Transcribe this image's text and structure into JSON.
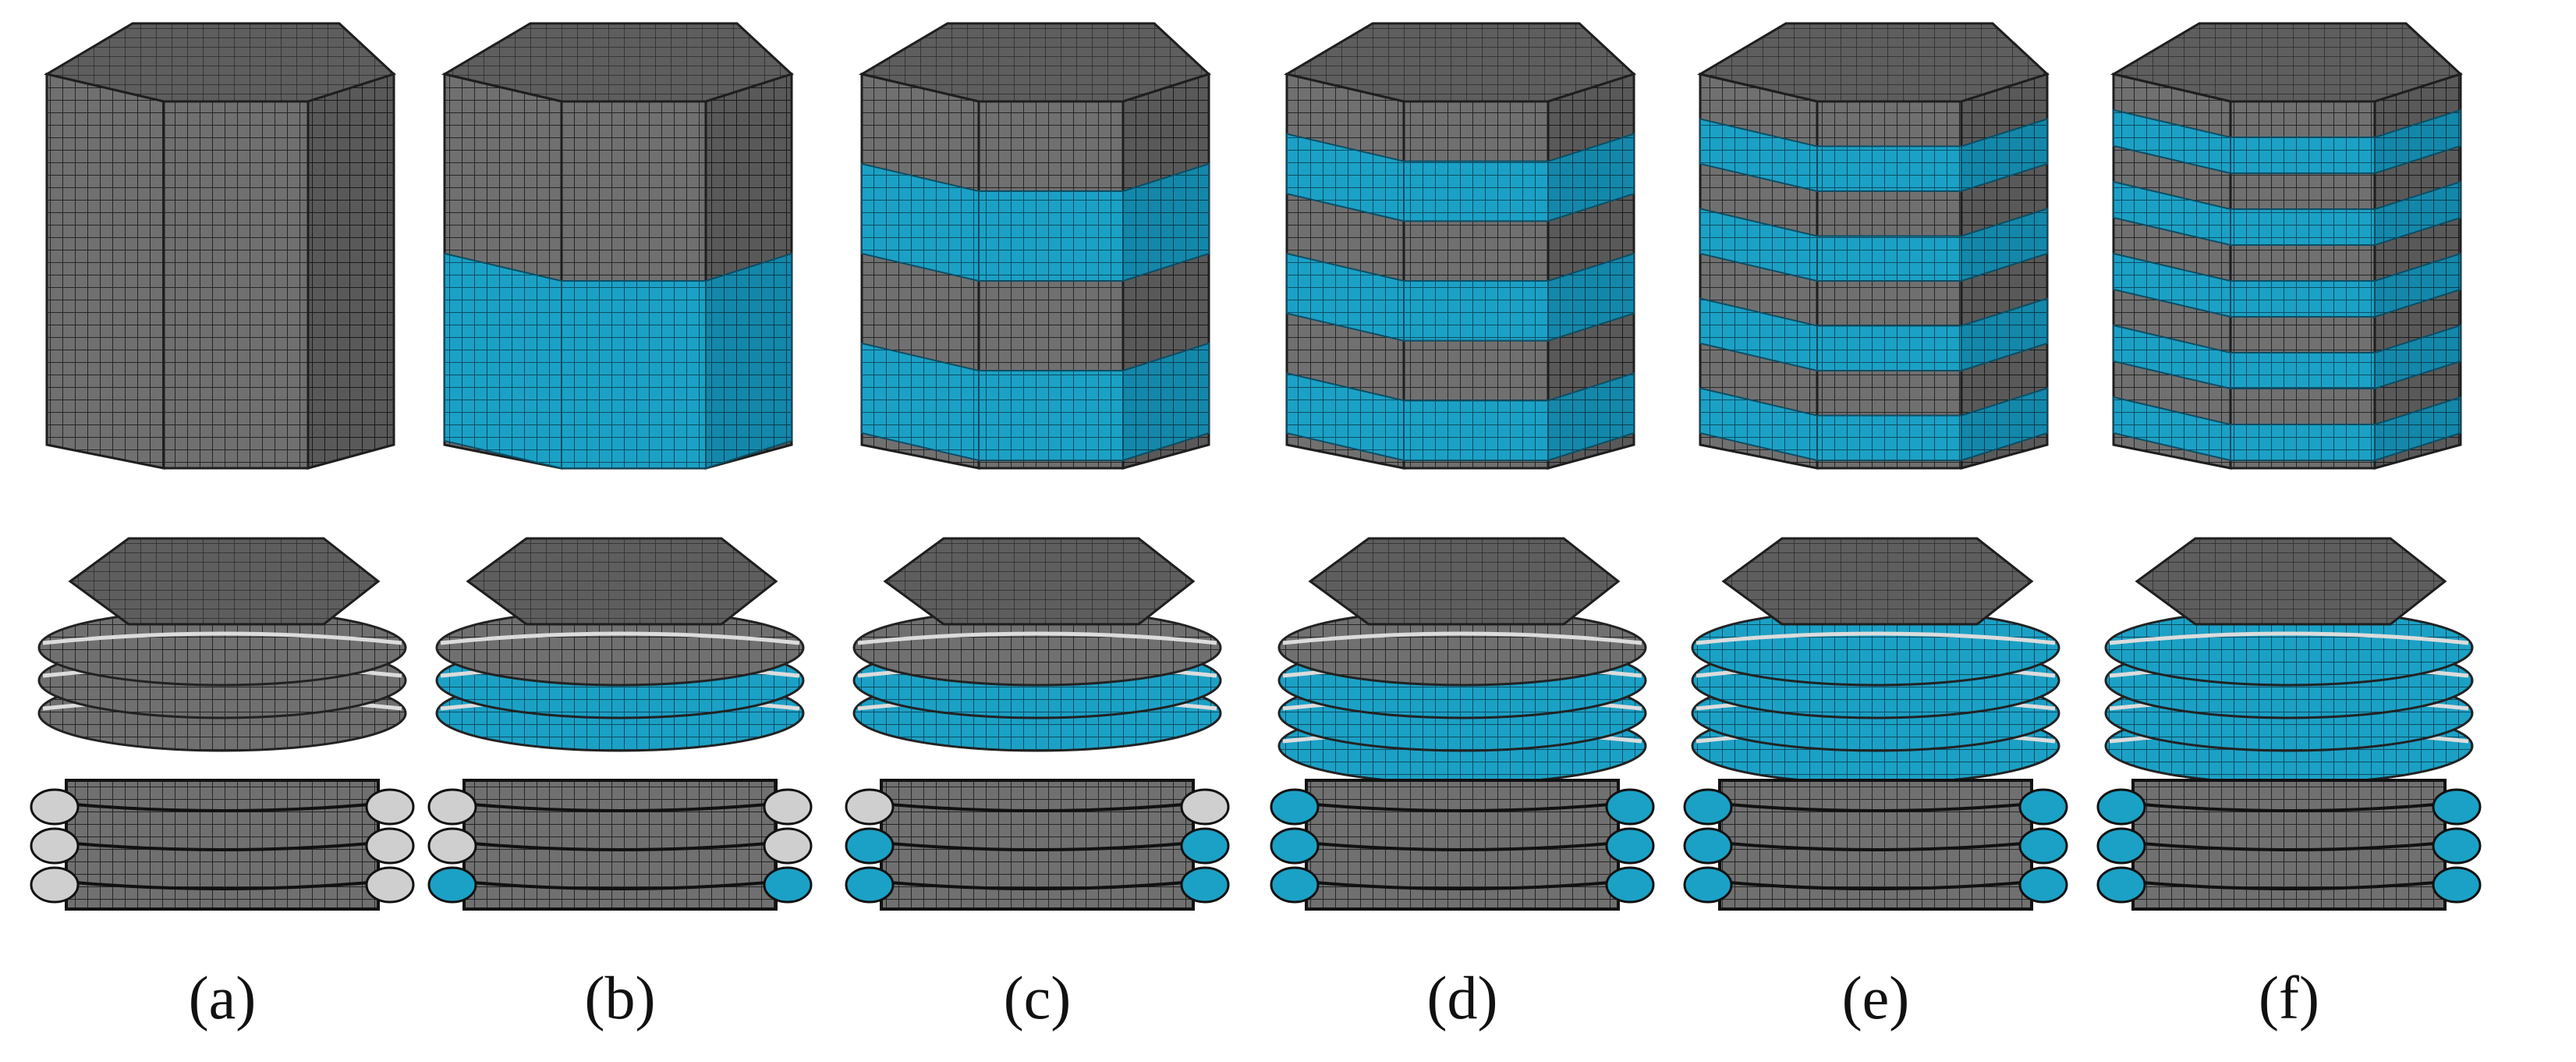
{
  "colors": {
    "mesh_gray": "#6e6e6e",
    "top_face": "#5a5a5a",
    "mesh_lines": "#1e1e1e",
    "accent_blue": "#1ba1c6",
    "light_edge": "#d8d8d8"
  },
  "columns": [
    {
      "label": "(a)",
      "blue_bands": 0
    },
    {
      "label": "(b)",
      "blue_bands": 1
    },
    {
      "label": "(c)",
      "blue_bands": 2
    },
    {
      "label": "(d)",
      "blue_bands": 3
    },
    {
      "label": "(e)",
      "blue_bands": 4
    },
    {
      "label": "(f)",
      "blue_bands": 5
    }
  ],
  "rows": [
    "undeformed-hexagonal-tube",
    "crushed-tube-perspective",
    "crushed-tube-section"
  ]
}
